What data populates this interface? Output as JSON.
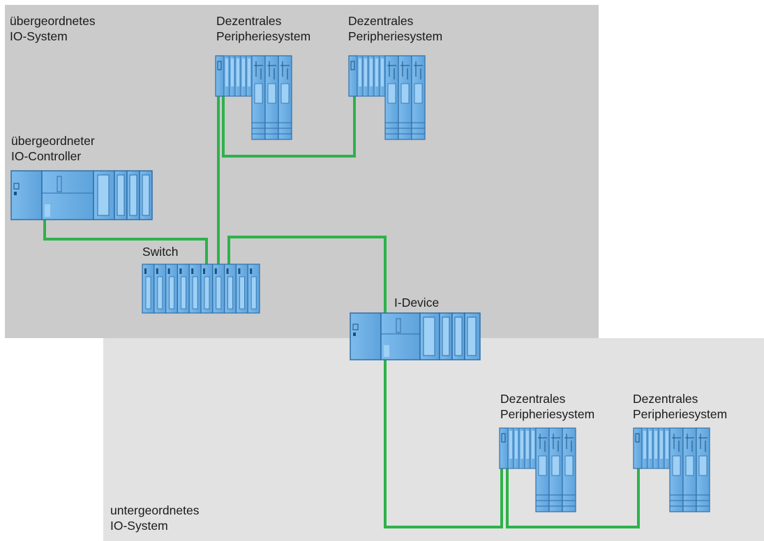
{
  "labels": {
    "upper_system": "übergeordnetes\nIO-System",
    "upper_controller": "übergeordneter\nIO-Controller",
    "switch": "Switch",
    "i_device": "I-Device",
    "lower_system": "untergeordnetes\nIO-System",
    "dp_top_1": "Dezentrales\nPeripheriesystem",
    "dp_top_2": "Dezentrales\nPeripheriesystem",
    "dp_bottom_1": "Dezentrales\nPeripheriesystem",
    "dp_bottom_2": "Dezentrales\nPeripheriesystem"
  },
  "colors": {
    "upper_zone": "#cbcbcb",
    "lower_zone": "#e2e2e2",
    "network_line": "#2db24a",
    "device_fill": "#6fb1e6",
    "device_stroke": "#2f6fa8"
  }
}
